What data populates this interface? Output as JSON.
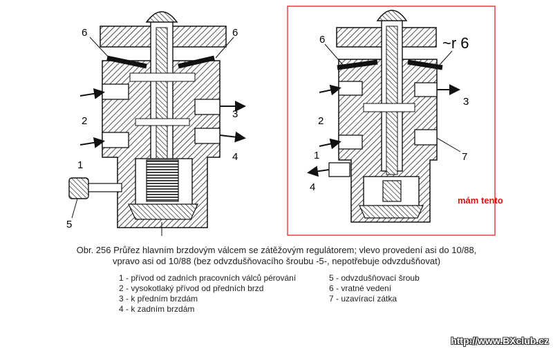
{
  "callouts": {
    "left": [
      "6",
      "6",
      "3",
      "2",
      "1",
      "4",
      "5"
    ],
    "right": [
      "6",
      "~r 6",
      "3",
      "2",
      "1",
      "7",
      "4"
    ]
  },
  "note": "mám tento",
  "note_color": "#e01010",
  "frame_color": "#e01010",
  "caption": {
    "line1": "Obr. 256 Průřez hlavním brzdovým válcem se zátěžovým regulátorem; vlevo provedení asi do 10/88,",
    "line2": "vpravo asi od 10/88 (bez odvzdušňovacího šroubu -5-, nepotřebuje odvzdušňovat)"
  },
  "legend": [
    "1 - přívod od zadních pracovních válců pérování",
    "2 - vysokotlaký přívod od předních brzd",
    "3 - k předním brzdám",
    "4 - k zadním brzdám",
    "5 - odvzdušňovací šroub",
    "6 - vratné vedení",
    "7 - uzavírací zátka"
  ],
  "watermark": "http://www.BXclub.cz"
}
